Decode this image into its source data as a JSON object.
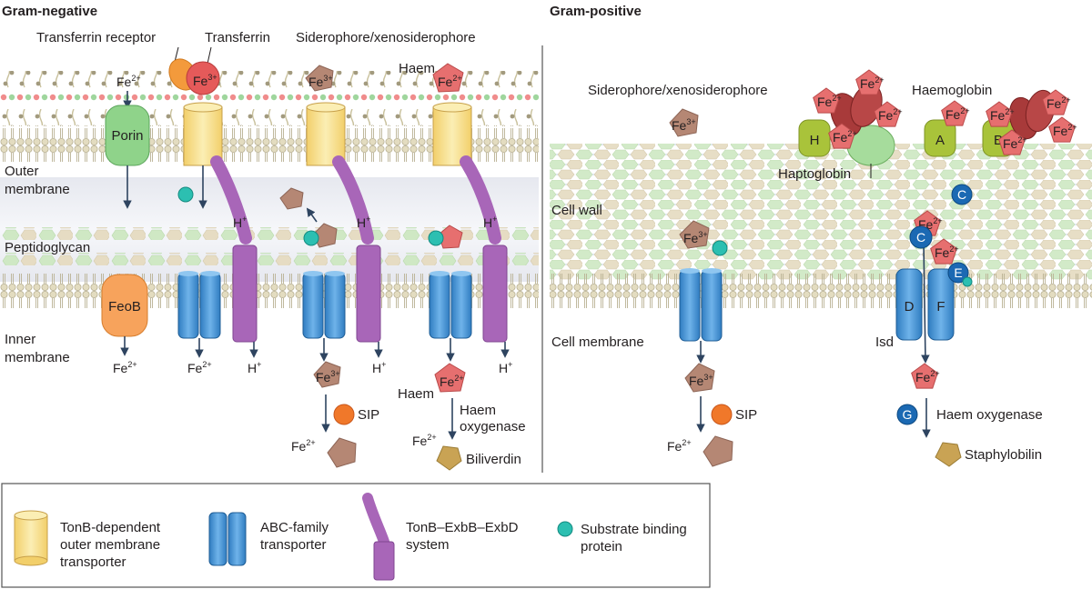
{
  "panels": {
    "gram_negative": {
      "title": "Gram-negative",
      "labels": {
        "transferrin_receptor": "Transferrin receptor",
        "transferrin": "Transferrin",
        "siderophore": "Siderophore/xenosiderophore",
        "haem_top": "Haem",
        "porin": "Porin",
        "feob": "FeoB",
        "outer_membrane_1": "Outer",
        "outer_membrane_2": "membrane",
        "peptidoglycan": "Peptidoglycan",
        "inner_membrane_1": "Inner",
        "inner_membrane_2": "membrane",
        "sip": "SIP",
        "haem_bottom": "Haem",
        "haem_oxygenase_1": "Haem",
        "haem_oxygenase_2": "oxygenase",
        "biliverdin": "Biliverdin"
      }
    },
    "gram_positive": {
      "title": "Gram-positive",
      "labels": {
        "siderophore": "Siderophore/xenosiderophore",
        "haemoglobin": "Haemoglobin",
        "haptoglobin": "Haptoglobin",
        "cell_wall": "Cell wall",
        "cell_membrane": "Cell membrane",
        "isd": "Isd",
        "sip": "SIP",
        "haem_oxygenase": "Haem oxygenase",
        "staphylobilin": "Staphylobilin",
        "protein_h": "H",
        "protein_a": "A",
        "protein_b": "B",
        "protein_c": "C",
        "protein_d": "D",
        "protein_e": "E",
        "protein_f": "F",
        "protein_g": "G"
      }
    }
  },
  "ions": {
    "fe": "Fe",
    "charge2": "2+",
    "charge3": "3+",
    "proton": "H",
    "plus": "+"
  },
  "legend": {
    "tonb_transporter": [
      "TonB-dependent",
      "outer membrane",
      "transporter"
    ],
    "abc_transporter": [
      "ABC-family",
      "transporter"
    ],
    "tonb_system": [
      "TonB–ExbB–ExbD",
      "system"
    ],
    "substrate_binding": [
      "Substrate binding",
      "protein"
    ]
  },
  "colors": {
    "porin": "#8fd38a",
    "feob": "#f7a35c",
    "tonb_transporter": "#f5dc8a",
    "abc_transporter": "#3f8fd2",
    "tonb_system": "#a866b8",
    "substrate_binding": "#2cbfb1",
    "haem": "#e66f6f",
    "siderophore": "#b58774",
    "isd_c": "#1b69b3",
    "sip": "#f0782a",
    "biliverdin": "#c9a354",
    "haptoglobin": "#a6dc9c",
    "haemoglobin_globin": "#a83a3a",
    "protein_h": "#a9c33a"
  }
}
